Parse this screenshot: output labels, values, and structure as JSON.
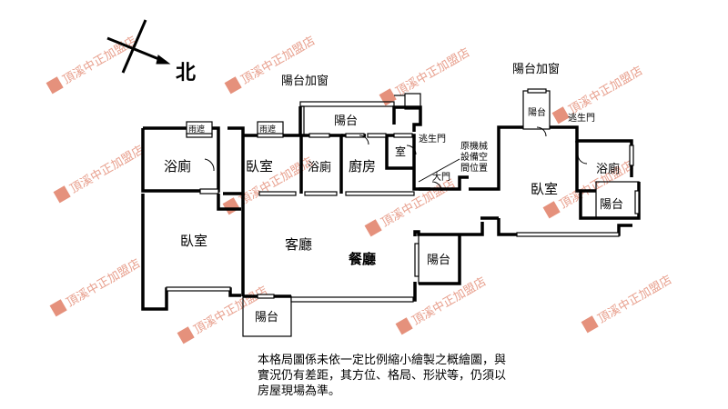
{
  "compass": {
    "label": "北"
  },
  "watermark": {
    "text": "頂溪中正加盟店"
  },
  "rooms": {
    "balcony_window_left": "陽台加窗",
    "balcony_window_right": "陽台加窗",
    "balcony_top": "陽台",
    "balcony_small": "陽台",
    "balcony_right": "陽台",
    "balcony_mid": "陽台",
    "balcony_bottom": "陽台",
    "rain_shelter_1": "雨遮",
    "rain_shelter_2": "雨遮",
    "bath_left": "浴廁",
    "bath_mid": "浴廁",
    "bath_right": "浴廁",
    "bedroom_top": "臥室",
    "bedroom_left": "臥室",
    "bedroom_right": "臥室",
    "kitchen": "廚房",
    "small_room": "室",
    "escape_door_left": "逃生門",
    "escape_door_right": "逃生門",
    "mech_room_1": "原機械",
    "mech_room_2": "設備空",
    "mech_room_3": "間位置",
    "main_door": "大門",
    "living_room": "客廳",
    "dining_room": "餐廳"
  },
  "disclaimer": {
    "line1": "本格局圖係未依一定比例縮小繪製之概繪圖，與",
    "line2": "實況仍有差距，其方位、格局、形狀等，仍須以",
    "line3": "房屋現場為準。"
  }
}
